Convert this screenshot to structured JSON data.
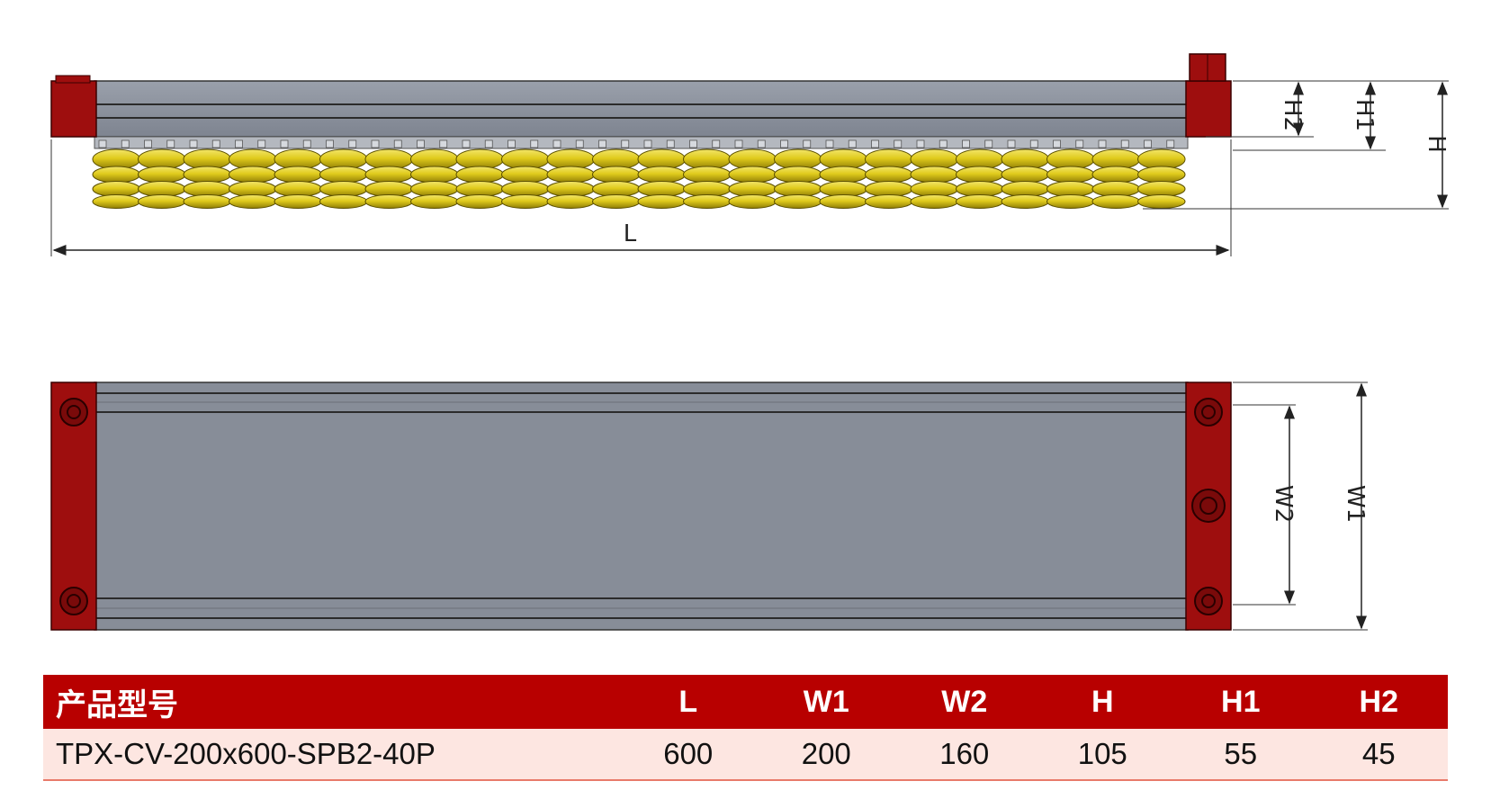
{
  "dimension_labels": {
    "side_view": {
      "length": "L",
      "height": "H",
      "height1": "H1",
      "height2": "H2"
    },
    "top_view": {
      "width1": "W1",
      "width2": "W2"
    }
  },
  "colors": {
    "end_cap": "#9e0e0e",
    "beam": "#878d98",
    "suction_cup": "#e6d21e",
    "table_header": "#b80000",
    "table_row": "#fde6e1"
  },
  "spec_table": {
    "headers": [
      "产品型号",
      "L",
      "W1",
      "W2",
      "H",
      "H1",
      "H2"
    ],
    "rows": [
      [
        "TPX-CV-200x600-SPB2-40P",
        "600",
        "200",
        "160",
        "105",
        "55",
        "45"
      ]
    ]
  }
}
